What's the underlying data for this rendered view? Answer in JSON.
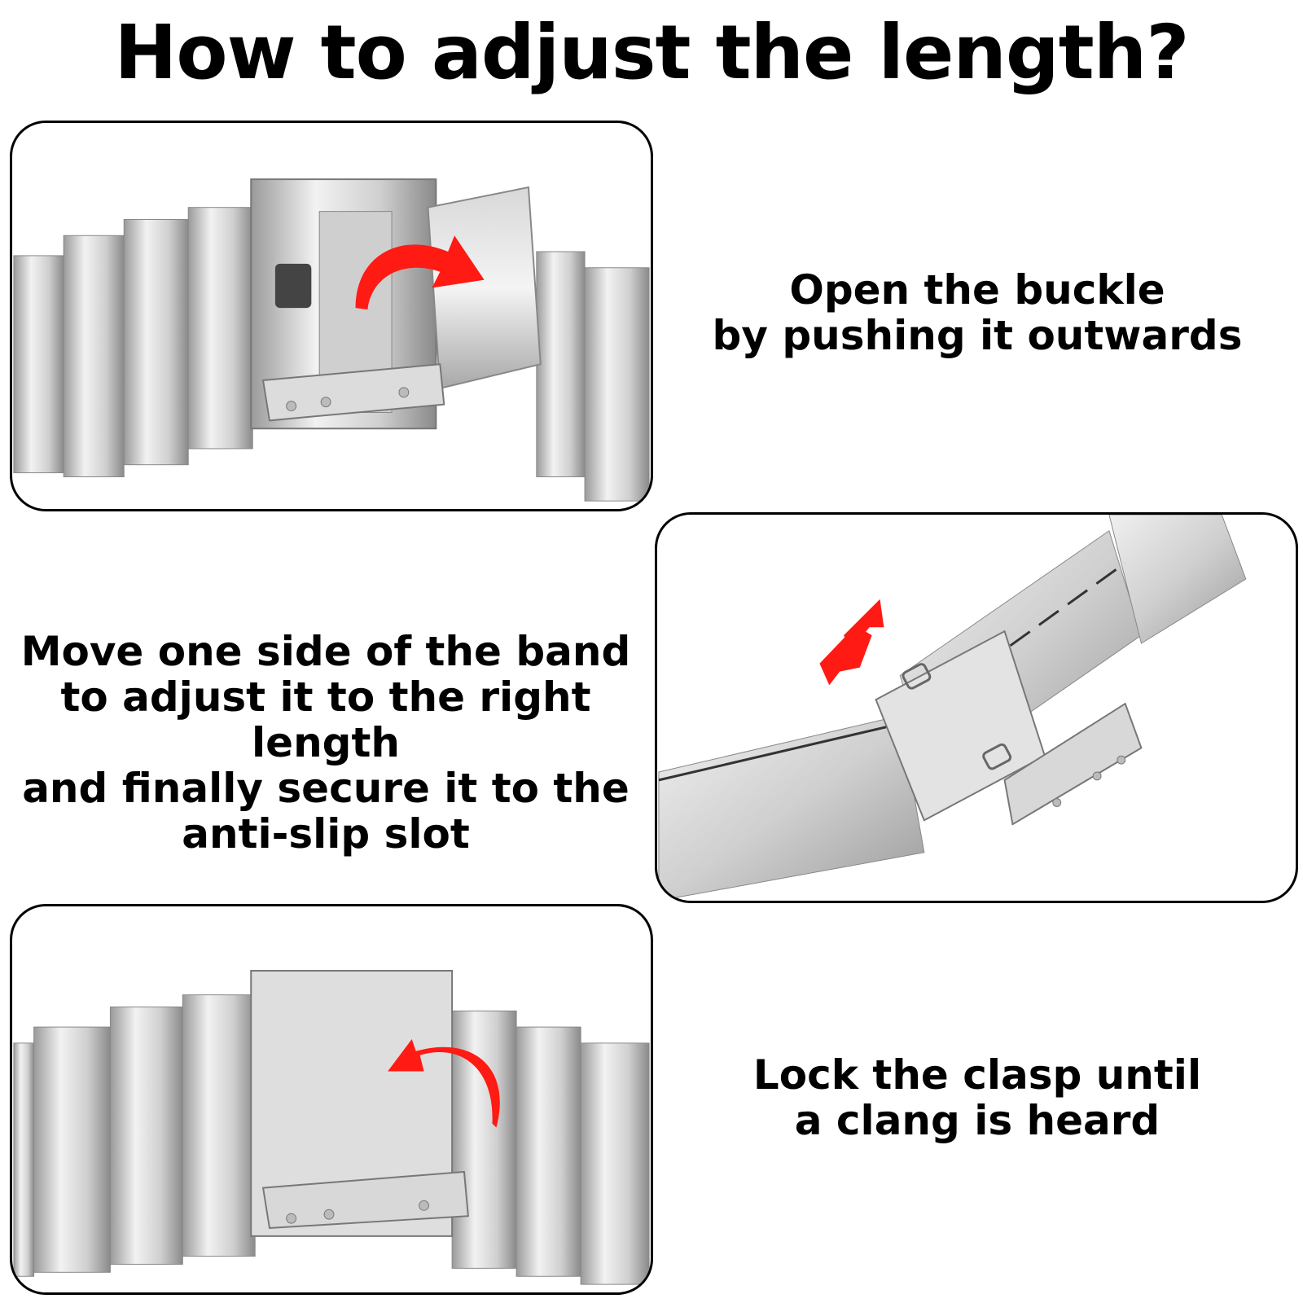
{
  "title": "How to adjust the length?",
  "steps": [
    {
      "lines": [
        "Open the buckle",
        "by pushing it outwards"
      ],
      "arrow": "curved-right-arrow"
    },
    {
      "lines": [
        "Move one side of the band",
        "to adjust it to the right length",
        "and finally secure it to the",
        "anti-slip slot"
      ],
      "arrow": "double-slide-arrow"
    },
    {
      "lines": [
        "Lock the clasp until",
        "a clang is heard"
      ],
      "arrow": "curved-left-arrow"
    }
  ],
  "colors": {
    "arrow": "#ff1a14",
    "metal_light": "#e9e9e9",
    "metal_dark": "#8e8e8e",
    "border": "#000000"
  }
}
